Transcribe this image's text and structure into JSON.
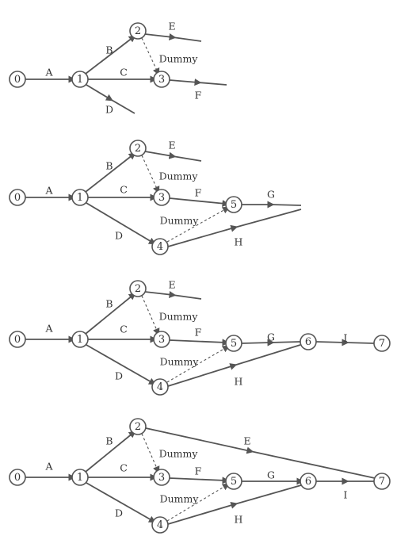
{
  "colors": {
    "line": "#555555",
    "text": "#333333",
    "background": "#ffffff"
  },
  "diagrams": [
    {
      "nodes": [
        {
          "id": "0",
          "label": "0"
        },
        {
          "id": "1",
          "label": "1"
        },
        {
          "id": "2",
          "label": "2"
        },
        {
          "id": "3",
          "label": "3"
        }
      ],
      "edges": [
        {
          "from": "0",
          "to": "1",
          "label": "A"
        },
        {
          "from": "1",
          "to": "2",
          "label": "B"
        },
        {
          "from": "1",
          "to": "3",
          "label": "C"
        },
        {
          "from": "1",
          "to": null,
          "label": "D"
        },
        {
          "from": "2",
          "to": null,
          "label": "E"
        },
        {
          "from": "3",
          "to": null,
          "label": "F"
        },
        {
          "from": "2",
          "to": "3",
          "label": "Dummy",
          "dashed": true
        }
      ]
    },
    {
      "nodes": [
        {
          "id": "0",
          "label": "0"
        },
        {
          "id": "1",
          "label": "1"
        },
        {
          "id": "2",
          "label": "2"
        },
        {
          "id": "3",
          "label": "3"
        },
        {
          "id": "4",
          "label": "4"
        },
        {
          "id": "5",
          "label": "5"
        }
      ],
      "edges": [
        {
          "from": "0",
          "to": "1",
          "label": "A"
        },
        {
          "from": "1",
          "to": "2",
          "label": "B"
        },
        {
          "from": "1",
          "to": "3",
          "label": "C"
        },
        {
          "from": "1",
          "to": "4",
          "label": "D"
        },
        {
          "from": "2",
          "to": null,
          "label": "E"
        },
        {
          "from": "3",
          "to": "5",
          "label": "F"
        },
        {
          "from": "5",
          "to": null,
          "label": "G"
        },
        {
          "from": "4",
          "to": null,
          "label": "H"
        },
        {
          "from": "2",
          "to": "3",
          "label": "Dummy",
          "dashed": true
        },
        {
          "from": "4",
          "to": "5",
          "label": "Dummy",
          "dashed": true
        }
      ]
    },
    {
      "nodes": [
        {
          "id": "0",
          "label": "0"
        },
        {
          "id": "1",
          "label": "1"
        },
        {
          "id": "2",
          "label": "2"
        },
        {
          "id": "3",
          "label": "3"
        },
        {
          "id": "4",
          "label": "4"
        },
        {
          "id": "5",
          "label": "5"
        },
        {
          "id": "6",
          "label": "6"
        },
        {
          "id": "7",
          "label": "7"
        }
      ],
      "edges": [
        {
          "from": "0",
          "to": "1",
          "label": "A"
        },
        {
          "from": "1",
          "to": "2",
          "label": "B"
        },
        {
          "from": "1",
          "to": "3",
          "label": "C"
        },
        {
          "from": "1",
          "to": "4",
          "label": "D"
        },
        {
          "from": "2",
          "to": null,
          "label": "E"
        },
        {
          "from": "3",
          "to": "5",
          "label": "F"
        },
        {
          "from": "5",
          "to": "6",
          "label": "G"
        },
        {
          "from": "4",
          "to": "6",
          "label": "H"
        },
        {
          "from": "6",
          "to": "7",
          "label": "I"
        },
        {
          "from": "2",
          "to": "3",
          "label": "Dummy",
          "dashed": true
        },
        {
          "from": "4",
          "to": "5",
          "label": "Dummy",
          "dashed": true
        }
      ]
    },
    {
      "nodes": [
        {
          "id": "0",
          "label": "0"
        },
        {
          "id": "1",
          "label": "1"
        },
        {
          "id": "2",
          "label": "2"
        },
        {
          "id": "3",
          "label": "3"
        },
        {
          "id": "4",
          "label": "4"
        },
        {
          "id": "5",
          "label": "5"
        },
        {
          "id": "6",
          "label": "6"
        },
        {
          "id": "7",
          "label": "7"
        }
      ],
      "edges": [
        {
          "from": "0",
          "to": "1",
          "label": "A"
        },
        {
          "from": "1",
          "to": "2",
          "label": "B"
        },
        {
          "from": "1",
          "to": "3",
          "label": "C"
        },
        {
          "from": "1",
          "to": "4",
          "label": "D"
        },
        {
          "from": "2",
          "to": "7",
          "label": "E"
        },
        {
          "from": "3",
          "to": "5",
          "label": "F"
        },
        {
          "from": "5",
          "to": "6",
          "label": "G"
        },
        {
          "from": "4",
          "to": "6",
          "label": "H"
        },
        {
          "from": "6",
          "to": "7",
          "label": "I"
        },
        {
          "from": "2",
          "to": "3",
          "label": "Dummy",
          "dashed": true
        },
        {
          "from": "4",
          "to": "5",
          "label": "Dummy",
          "dashed": true
        }
      ]
    }
  ]
}
